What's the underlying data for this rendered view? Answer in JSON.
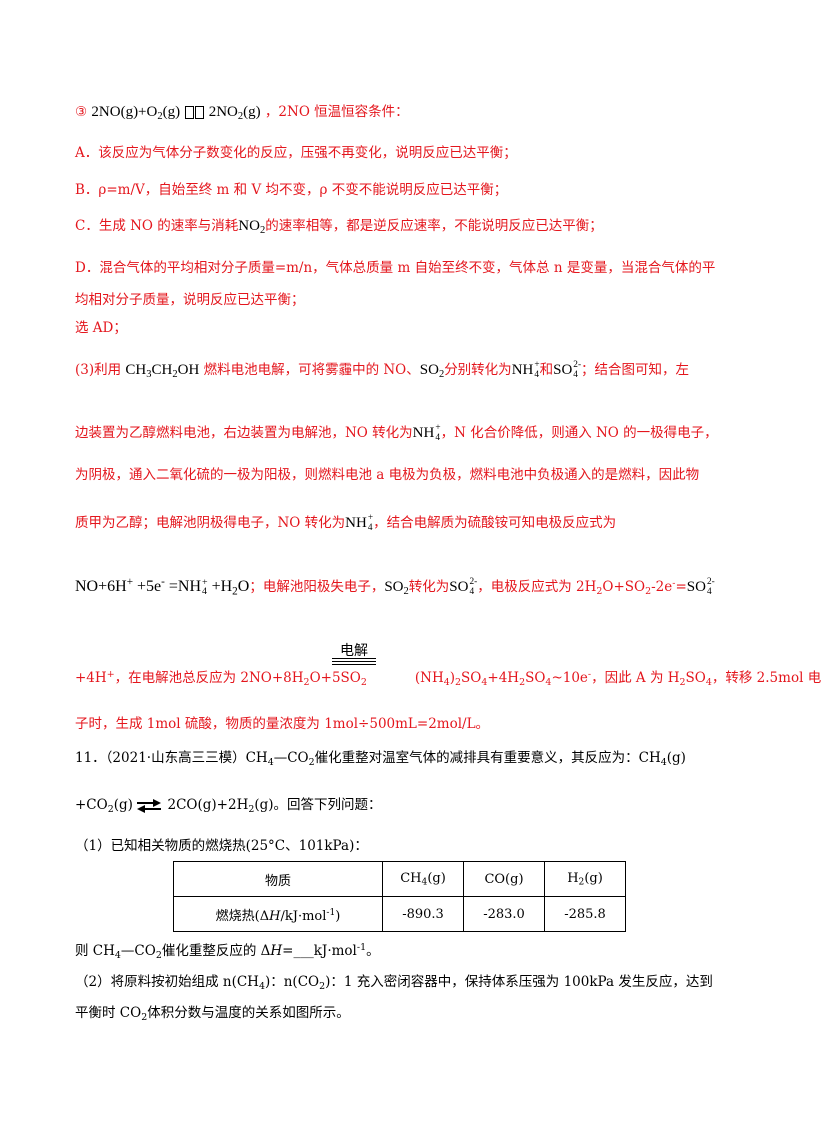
{
  "p3": {
    "circle": "③",
    "eq_a": "2NO(g)+O",
    "eq_b": "2",
    "eq_c": "(g)",
    "eq_d": "2NO",
    "eq_e": "2",
    "eq_f": "(g)",
    "tail": "，2NO 恒温恒容条件："
  },
  "A": "A．该反应为气体分子数变化的反应，压强不再变化，说明反应已达平衡；",
  "B": "B．ρ=m/V，自始至终 m 和 V 均不变，ρ 不变不能说明反应已达平衡；",
  "C": {
    "a": "C．生成 NO 的速率与消耗",
    "f1": "NO",
    "f2": "2",
    "b": "的速率相等，都是逆反应速率，不能说明反应已达平衡；"
  },
  "D1": "D．混合气体的平均相对分子质量=m/n，气体总质量 m 自始至终不变，气体总 n 是变量，当混合气体的平",
  "D2": "均相对分子质量，说明反应已达平衡；",
  "sel": "选 AD；",
  "p31": {
    "a": "(3)利用",
    "f1": "CH",
    "f2": "3",
    "f3": "CH",
    "f4": "2",
    "f5": "OH",
    "b": "燃料电池电解，可将雾霾中的 NO、",
    "so": "SO",
    "so2": "2",
    "c": "分别转化为",
    "nh": "NH",
    "nhs1": "+",
    "nhs2": "4",
    "d": "和",
    "so4": "SO",
    "so4s1": "2-",
    "so4s2": "4",
    "e": "；结合图可知，左"
  },
  "p32": {
    "a": "边装置为乙醇燃料电池，右边装置为电解池，NO 转化为",
    "nh": "NH",
    "s1": "+",
    "s2": "4",
    "b": "，N 化合价降低，则通入 NO 的一极得电子，"
  },
  "p33": "为阴极，通入二氧化硫的一极为阳极，则燃料电池 a 电极为负极，燃料电池中负极通入的是燃料，因此物",
  "p34": {
    "a": "质甲为乙醇；电解池阴极得电子，NO 转化为",
    "nh": "NH",
    "s1": "+",
    "s2": "4",
    "b": "，结合电解质为硫酸铵可知电极反应式为"
  },
  "p35": {
    "eq1": "NO+6H",
    "eq1s": "+",
    "eq2": " +5e",
    "eq2s": "-",
    "eq3": " =NH",
    "eq3s1": "+",
    "eq3s2": "4",
    "eq4": " +H",
    "eq4s": "2",
    "eq5": "O",
    "a": "；电解池阳极失电子，",
    "so": "SO",
    "so2": "2",
    "b": "转化为",
    "so4": "SO",
    "so4s1": "2-",
    "so4s2": "4",
    "c": "，电极反应式为 2H",
    "h2": "2",
    "d": "O+SO",
    "d2": "2",
    "e": "-2e",
    "es": "-",
    "f": "=",
    "so4b": "SO",
    "so4bs1": "2-",
    "so4bs2": "4"
  },
  "elec": "电解",
  "p36": {
    "a": "+4H",
    "as": "+",
    "b": "，在电解池总反应为 2NO+8H",
    "b2": "2",
    "c": "O+5SO",
    "c2": "2",
    "d": "(NH",
    "d2": "4",
    "d3": ")",
    "d4": "2",
    "d5": "SO",
    "d6": "4",
    "e": "+4H",
    "e2": "2",
    "e3": "SO",
    "e4": "4",
    "e5": "~10e",
    "e6": "-",
    "f": "，因此 A 为 H",
    "f2": "2",
    "f3": "SO",
    "f4": "4",
    "g": "，转移 2.5mol 电"
  },
  "p37": "子时，生成 1mol 硫酸，物质的量浓度为 1mol÷500mL=2mol/L。",
  "q11": {
    "a": "11．（2021·山东高三三模）CH",
    "a2": "4",
    "b": "—CO",
    "b2": "2",
    "c": "催化重整对温室气体的减排具有重要意义，其反应为：CH",
    "c2": "4",
    "d": "(g)"
  },
  "q11b": {
    "a": "+CO",
    "a2": "2",
    "b": "(g)",
    "c": "2CO(g)+2H",
    "c2": "2",
    "d": "(g)。回答下列问题："
  },
  "q1": "（1）已知相关物质的燃烧热(25°C、101kPa)：",
  "table": {
    "h0": "物质",
    "h1": "CH",
    "h1s": "4",
    "h1b": "(g)",
    "h2": "CO(g)",
    "h3": "H",
    "h3s": "2",
    "h3b": "(g)",
    "r0a": "燃烧热(Δ",
    "r0b": "H",
    "r0c": "/kJ·mol",
    "r0d": "-1",
    "r0e": ")",
    "v1": "-890.3",
    "v2": "-283.0",
    "v3": "-285.8"
  },
  "ask": {
    "a": "则 CH",
    "a2": "4",
    "b": "—CO",
    "b2": "2",
    "c": "催化重整反应的 Δ",
    "d": "H",
    "e": "=___kJ·mol",
    "f": "-1",
    "g": "。"
  },
  "q2a": {
    "a": "（2）将原料按初始组成 n(CH",
    "a2": "4",
    "b": ")：n(CO",
    "b2": "2",
    "c": ")：1 充入密闭容器中，保持体系压强为 100kPa 发生反应，达到"
  },
  "q2b": {
    "a": "平衡时 CO",
    "a2": "2",
    "b": "体积分数与温度的关系如图所示。"
  }
}
